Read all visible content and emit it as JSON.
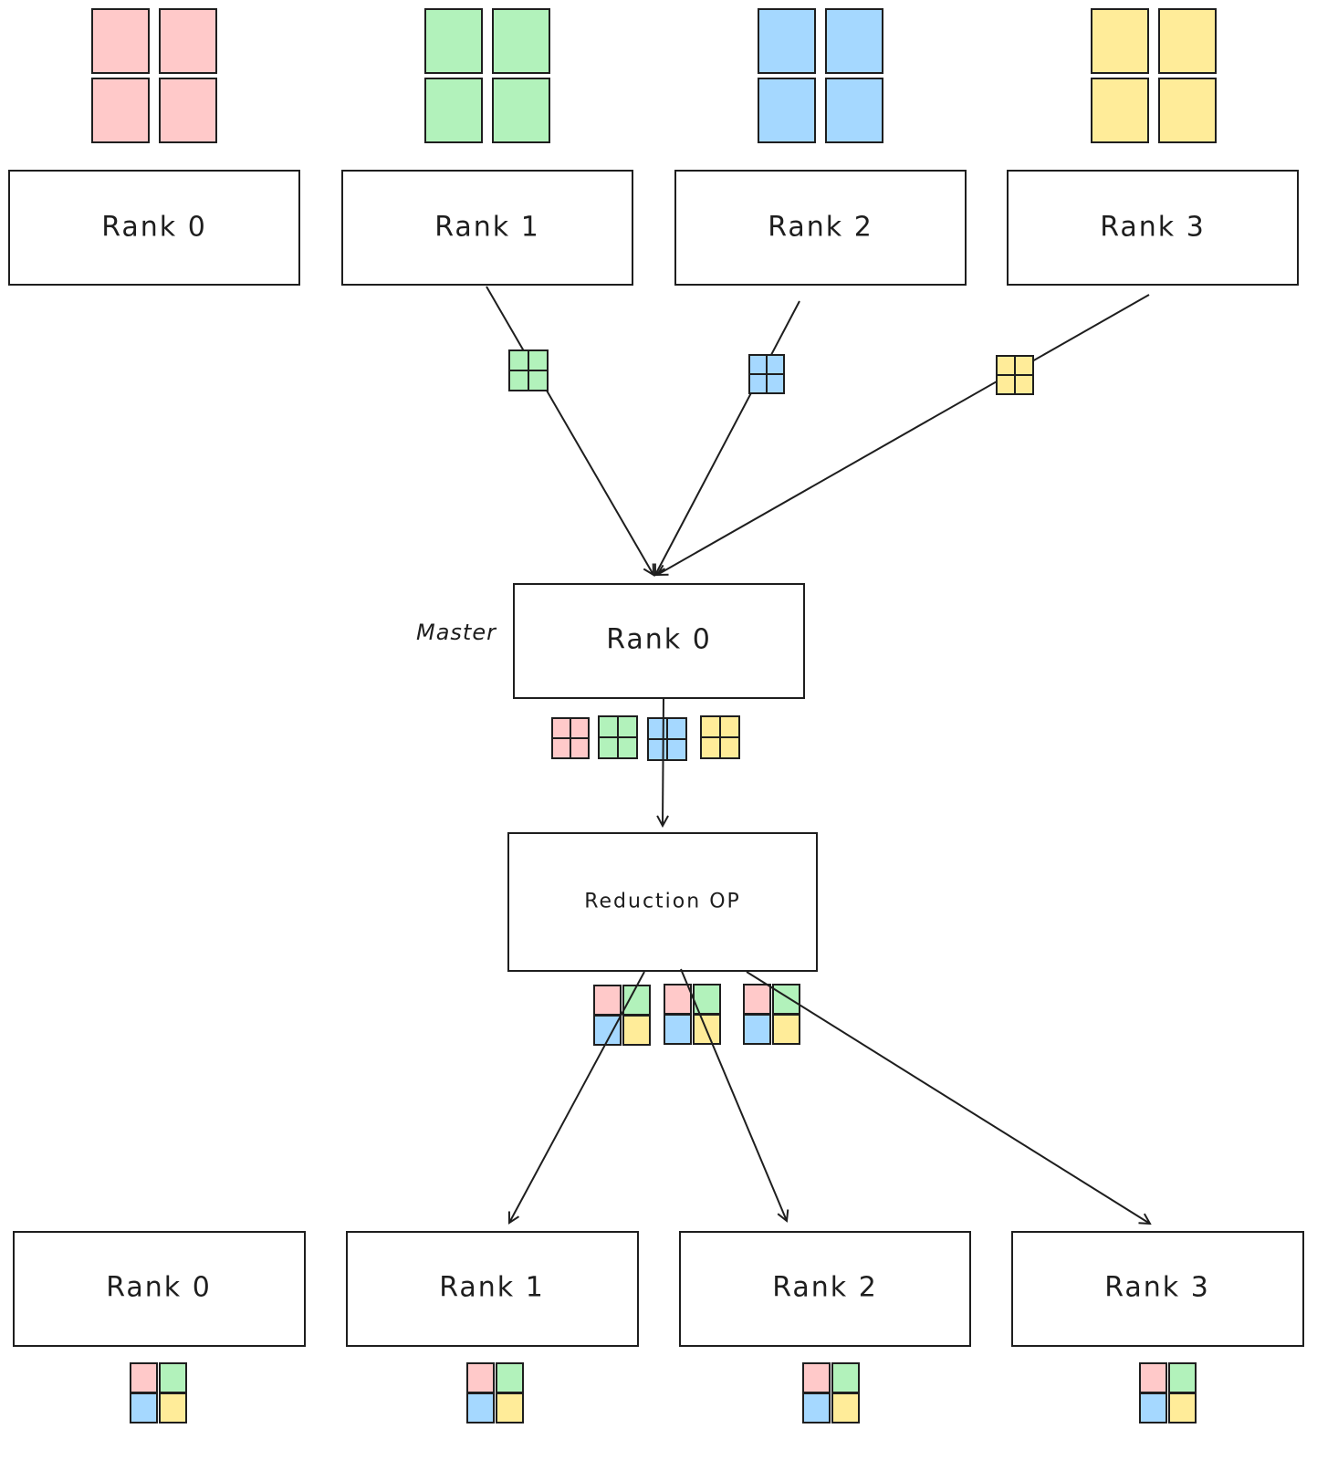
{
  "colors": {
    "red": "#ffc9c9",
    "green": "#b2f2bb",
    "blue": "#a5d8ff",
    "yellow": "#ffec99",
    "stroke": "#1e1e1e",
    "background": "#ffffff"
  },
  "top_row": {
    "ranks": [
      {
        "label": "Rank 0",
        "chunk_color": "red"
      },
      {
        "label": "Rank 1",
        "chunk_color": "green"
      },
      {
        "label": "Rank 2",
        "chunk_color": "blue"
      },
      {
        "label": "Rank 3",
        "chunk_color": "yellow"
      }
    ]
  },
  "master": {
    "side_label": "Master",
    "label": "Rank 0"
  },
  "reduction": {
    "label": "Reduction OP"
  },
  "bottom_row": {
    "ranks": [
      {
        "label": "Rank 0"
      },
      {
        "label": "Rank 1"
      },
      {
        "label": "Rank 2"
      },
      {
        "label": "Rank 3"
      }
    ]
  }
}
